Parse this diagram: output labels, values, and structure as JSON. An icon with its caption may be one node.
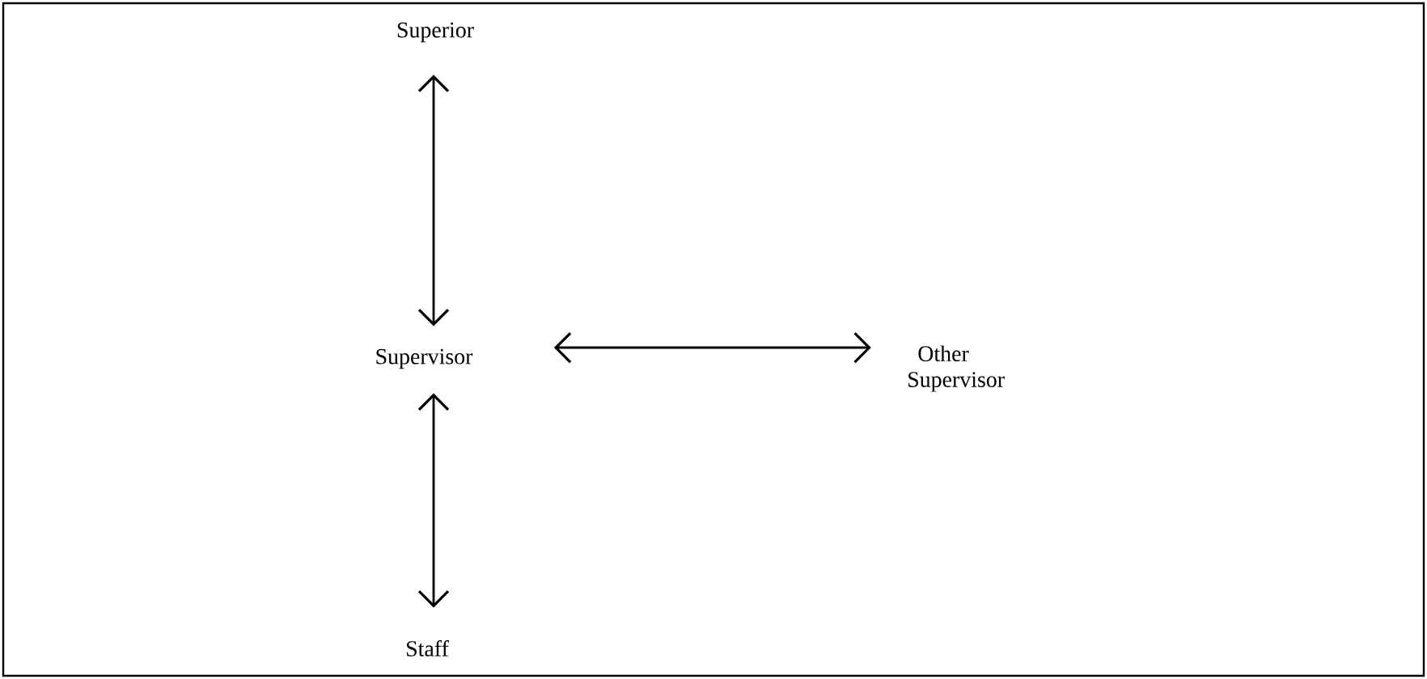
{
  "diagram": {
    "nodes": [
      {
        "text": [
          "Superior"
        ]
      },
      {
        "text": [
          "Supervisor"
        ]
      },
      {
        "text": [
          "Other Supervisor"
        ]
      },
      {
        "text": [
          "Staff"
        ]
      }
    ],
    "edges": [
      {
        "from": 0,
        "to": 1,
        "arrow": "both"
      },
      {
        "from": 1,
        "to": 2,
        "arrow": "both"
      },
      {
        "from": 1,
        "to": 3,
        "arrow": "both"
      }
    ]
  }
}
